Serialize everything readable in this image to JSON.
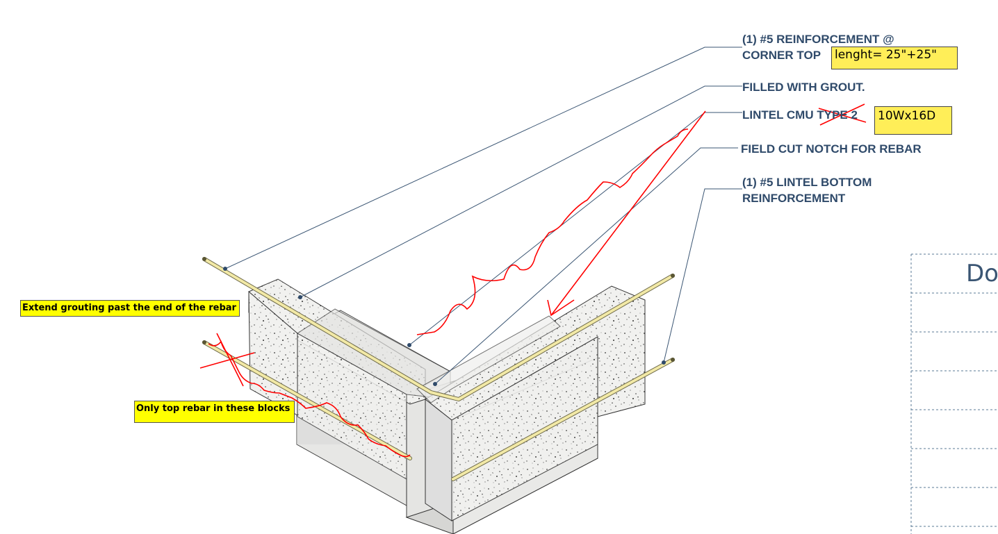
{
  "callouts": {
    "top_reinforcement_line1": "(1) #5 REINFORCEMENT @",
    "top_reinforcement_line2": "CORNER TOP",
    "grout": "FILLED WITH GROUT.",
    "lintel_type_prefix": "LINTEL CMU ",
    "lintel_type_struck": "TYPE 2",
    "field_cut": "FIELD CUT NOTCH FOR REBAR",
    "bottom_reinforcement_line1": "(1) #5 LINTEL BOTTOM",
    "bottom_reinforcement_line2": "REINFORCEMENT"
  },
  "markups": {
    "length_box": "lenght= 25\"+25\"",
    "size_box": "10Wx16D",
    "note_grout": "Extend grouting past the end of the rebar",
    "note_top_rebar": "Only top rebar in these blocks",
    "markup_color": "#ff0000",
    "highlight_color": "#ffff00"
  },
  "title_block": {
    "partial_text": "Do"
  },
  "colors": {
    "callout_text": "#2f4a6a",
    "leader": "#3a5573",
    "rebar": "#f2e9a6",
    "block_face": "#e8e8e6"
  }
}
